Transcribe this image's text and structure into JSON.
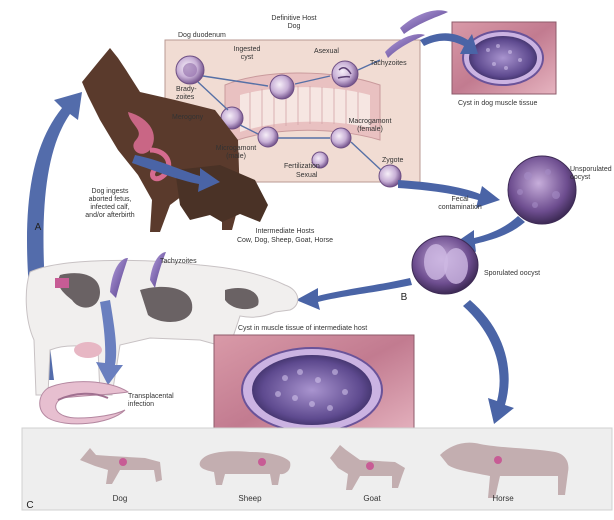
{
  "definitive_host": {
    "title": "Definitive Host\nDog",
    "location": "Dog duodenum"
  },
  "cycle_labels": {
    "ingested_cyst": "Ingested\ncyst",
    "asexual": "Asexual",
    "tachyzoites": "Tachyzoites",
    "bradyzoites": "Brady-\nzoites",
    "merogony": "Merogony",
    "microgamont": "Microgamont\n(male)",
    "fertilization": "Fertilization",
    "macrogamont": "Macrogamont\n(female)",
    "sexual": "Sexual",
    "zygote": "Zygote"
  },
  "cyst_dog_muscle": "Cyst in dog muscle tissue",
  "unsporulated_oocyst": "Unsporulated\noocyst",
  "fecal_contamination": "Fecal\ncontamination",
  "sporulated_oocyst": "Sporulated oocyst",
  "dog_ingests": "Dog ingests\naborted fetus,\ninfected calf,\nand/or afterbirth",
  "intermediate_hosts": {
    "title": "Intermediate Hosts",
    "species": "Cow, Dog, Sheep, Goat, Horse"
  },
  "tachyzoites_cow": "Tachyzoites",
  "cyst_intermediate": "Cyst in muscle tissue of intermediate host",
  "transplacental": "Transplacental\ninfection",
  "panel_letters": {
    "a": "A",
    "b": "B",
    "c": "C"
  },
  "hosts": [
    {
      "name": "Dog"
    },
    {
      "name": "Sheep"
    },
    {
      "name": "Goat"
    },
    {
      "name": "Horse"
    }
  ]
}
